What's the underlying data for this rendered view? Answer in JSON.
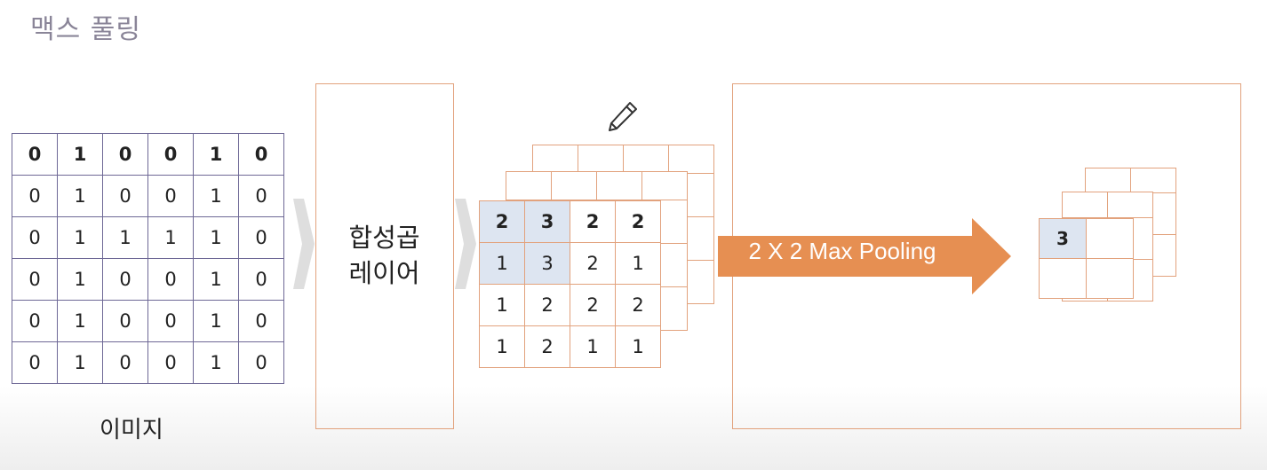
{
  "title": "맥스 풀링",
  "image": {
    "caption": "이미지",
    "rows": [
      [
        "0",
        "1",
        "0",
        "0",
        "1",
        "0"
      ],
      [
        "0",
        "1",
        "0",
        "0",
        "1",
        "0"
      ],
      [
        "0",
        "1",
        "1",
        "1",
        "1",
        "0"
      ],
      [
        "0",
        "1",
        "0",
        "0",
        "1",
        "0"
      ],
      [
        "0",
        "1",
        "0",
        "0",
        "1",
        "0"
      ],
      [
        "0",
        "1",
        "0",
        "0",
        "1",
        "0"
      ]
    ]
  },
  "conv_layer": {
    "line1": "합성곱",
    "line2": "레이어"
  },
  "feature_map": {
    "rows": [
      [
        "2",
        "3",
        "2",
        "2"
      ],
      [
        "1",
        "3",
        "2",
        "1"
      ],
      [
        "1",
        "2",
        "2",
        "2"
      ],
      [
        "1",
        "2",
        "1",
        "1"
      ]
    ]
  },
  "pooling": {
    "label": "2 X 2 Max Pooling",
    "result": "3"
  },
  "colors": {
    "accent": "#e68f52",
    "border": "#e2a27d",
    "grid": "#6e6896",
    "highlight": "#dde5f1"
  },
  "icons": [
    "pencil-icon",
    "gray-arrow-icon",
    "orange-arrow-icon"
  ]
}
